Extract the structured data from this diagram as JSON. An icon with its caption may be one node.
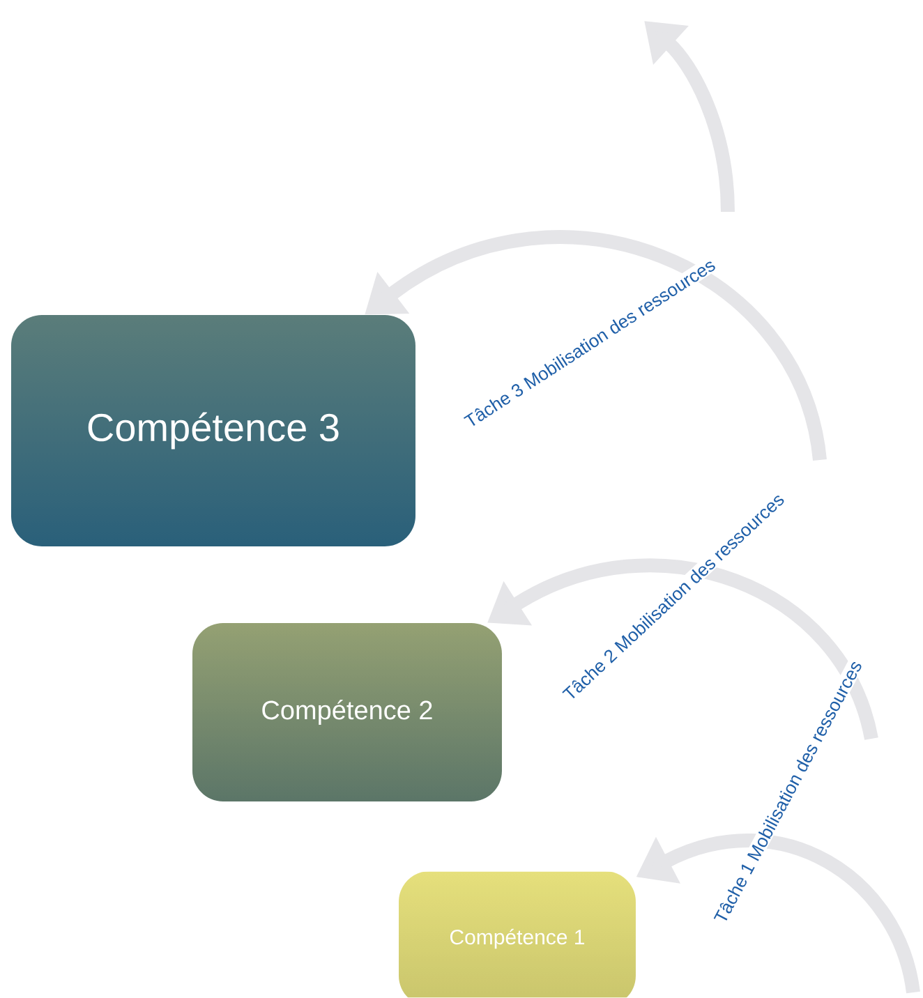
{
  "diagram": {
    "nodes": [
      {
        "text": [
          "Compétence 3"
        ]
      },
      {
        "text": [
          "Compétence 2"
        ]
      },
      {
        "text": [
          "Compétence 1"
        ]
      }
    ],
    "edges": [
      {
        "from": null,
        "to": 2,
        "arrow": "to",
        "label": "Tâche 1 Mobilisation des ressources"
      },
      {
        "from": null,
        "to": 1,
        "arrow": "to",
        "label": "Tâche 2 Mobilisation des ressources"
      },
      {
        "from": null,
        "to": 0,
        "arrow": "to",
        "label": "Tâche 3 Mobilisation des ressources"
      }
    ]
  }
}
